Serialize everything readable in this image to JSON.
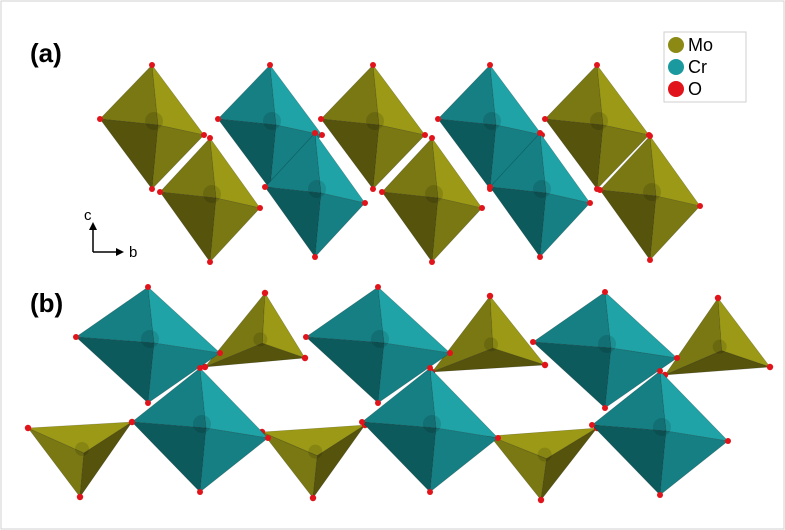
{
  "panels": [
    {
      "label": "(a)"
    },
    {
      "label": "(b)"
    }
  ],
  "legend": [
    {
      "element": "Mo",
      "color": "#8c8a14"
    },
    {
      "element": "Cr",
      "color": "#1a9a9e"
    },
    {
      "element": "O",
      "color": "#e0141a"
    }
  ],
  "axes": {
    "vertical": "c",
    "horizontal": "b"
  },
  "colors": {
    "mo_light": "#9b9915",
    "mo_mid": "#7a7812",
    "mo_dark": "#55530c",
    "cr_light": "#1fa3a6",
    "cr_mid": "#157f83",
    "cr_dark": "#0d5a5d",
    "oxygen": "#e0141a",
    "frame": "#c8c8c8"
  }
}
